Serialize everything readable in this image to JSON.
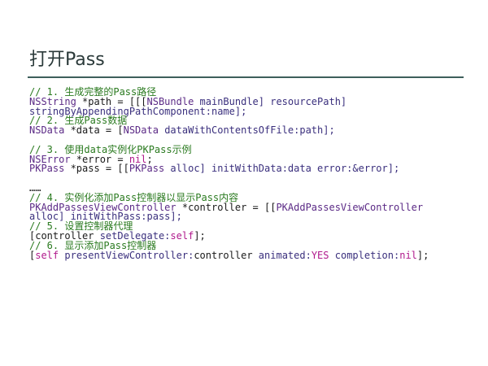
{
  "slide": {
    "title": "打开Pass"
  },
  "code": {
    "c1": "// 1. 生成完整的Pass路径",
    "l1_type": "NSString",
    "l1_rest": " *path = [[[",
    "l1_cls": "NSBundle",
    "l1_mb": " mainBundle]",
    "l1_rp": " resourcePath]",
    "l2": "stringByAppendingPathComponent:name];",
    "c2": "// 2. 生成Pass数据",
    "l3_type": "NSData",
    "l3_rest": " *data = [",
    "l3_cls": "NSData",
    "l3_m": " dataWithContentsOfFile:path];",
    "c3": "// 3. 使用data实例化PKPass示例",
    "l4_type": "NSError",
    "l4_rest": " *error = ",
    "l4_nil": "nil",
    "l4_end": ";",
    "l5_type": "PKPass",
    "l5_rest": " *pass = [[",
    "l5_cls": "PKPass",
    "l5_alloc": " alloc]",
    "l5_m": " initWithData:data error:&error];",
    "ellipsis": "……",
    "c4": "// 4. 实例化添加Pass控制器以显示Pass内容",
    "l6_type": "PKAddPassesViewController",
    "l6_rest": " *controller = [[",
    "l6_cls": "PKAddPassesViewController",
    "l7_alloc": "alloc]",
    "l7_m": " initWithPass:pass];",
    "c5": "// 5. 设置控制器代理",
    "l8_a": "[controller ",
    "l8_m": "setDelegate:",
    "l8_self": "self",
    "l8_end": "];",
    "c6": "// 6. 显示添加Pass控制器",
    "l9_a": "[",
    "l9_self": "self",
    "l9_m": " presentViewController:",
    "l9_b": "controller ",
    "l9_anim": "animated:",
    "l9_yes": "YES",
    "l9_comp": " completion:",
    "l9_nil": "nil",
    "l9_end": "];"
  }
}
